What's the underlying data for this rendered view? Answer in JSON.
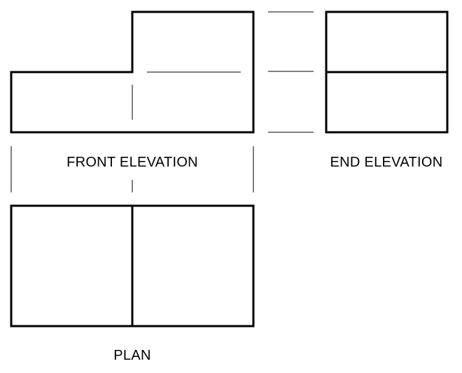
{
  "labels": {
    "front_elevation": "FRONT ELEVATION",
    "end_elevation": "END ELEVATION",
    "plan": "PLAN"
  },
  "colors": {
    "line": "#000000",
    "background": "#ffffff"
  }
}
